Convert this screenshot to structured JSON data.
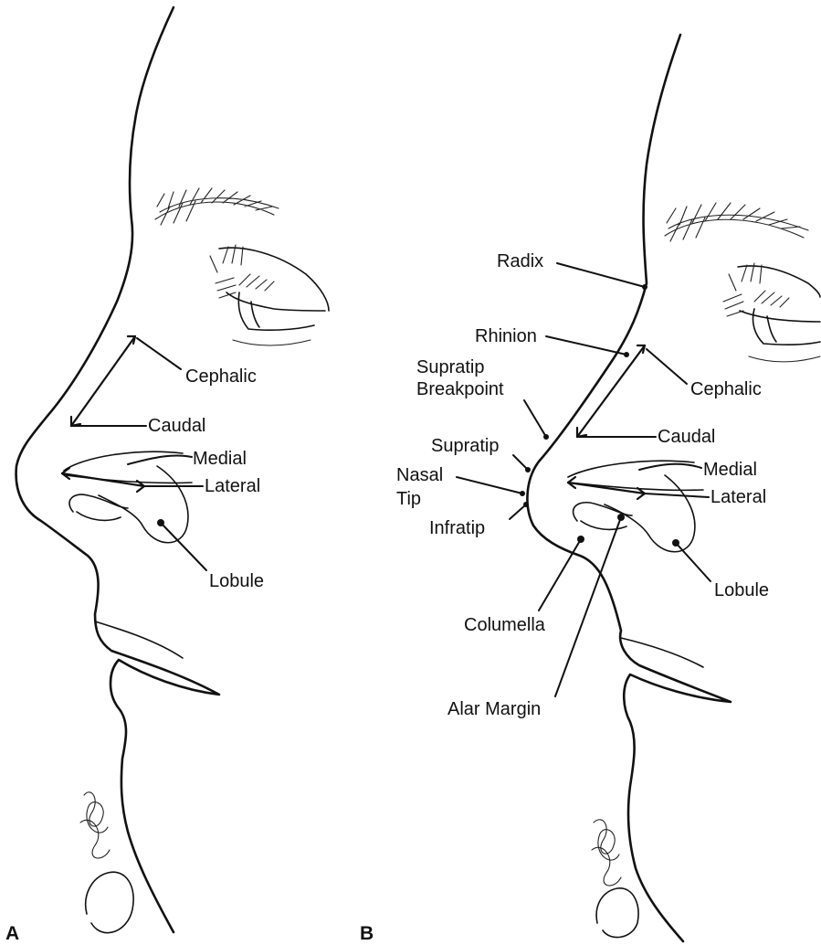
{
  "panels": [
    {
      "letter": "A",
      "labels": {
        "cephalic": "Cephalic",
        "caudal": "Caudal",
        "medial": "Medial",
        "lateral": "Lateral",
        "lobule": "Lobule"
      }
    },
    {
      "letter": "B",
      "labels": {
        "radix": "Radix",
        "rhinion": "Rhinion",
        "supratip_breakpoint_line1": "Supratip",
        "supratip_breakpoint_line2": "Breakpoint",
        "supratip": "Supratip",
        "nasal_tip_line1": "Nasal",
        "nasal_tip_line2": "Tip",
        "infratip": "Infratip",
        "columella": "Columella",
        "alar_margin": "Alar Margin",
        "cephalic": "Cephalic",
        "caudal": "Caudal",
        "medial": "Medial",
        "lateral": "Lateral",
        "lobule": "Lobule"
      }
    }
  ]
}
